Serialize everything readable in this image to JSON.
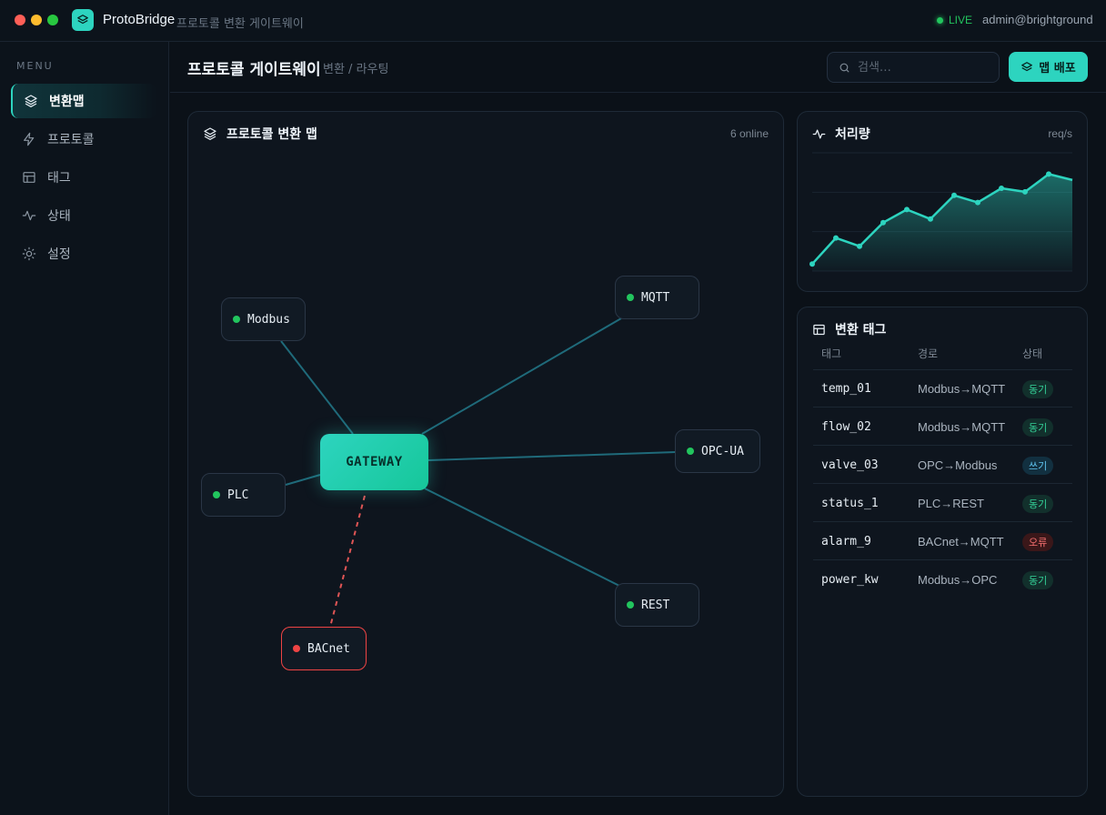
{
  "app": {
    "name": "ProtoBridge",
    "subtitle": "프로토콜 변환 게이트웨이",
    "live_label": "LIVE",
    "user": "admin@brightground",
    "accent_color": "#2dd4bf"
  },
  "sidebar": {
    "menu_title": "MENU",
    "items": [
      {
        "label": "변환맵",
        "icon": "layers-icon",
        "active": true
      },
      {
        "label": "프로토콜",
        "icon": "bolt-icon",
        "active": false
      },
      {
        "label": "태그",
        "icon": "table-icon",
        "active": false
      },
      {
        "label": "상태",
        "icon": "pulse-icon",
        "active": false
      },
      {
        "label": "설정",
        "icon": "sun-gear-icon",
        "active": false
      }
    ]
  },
  "header": {
    "title": "프로토콜 게이트웨이",
    "breadcrumb": "변환 / 라우팅",
    "search_placeholder": "검색…",
    "deploy_label": "맵 배포"
  },
  "map": {
    "title": "프로토콜 변환 맵",
    "meta": "6 online",
    "gateway_label": "GATEWAY",
    "nodes": [
      {
        "label": "Modbus",
        "status": "online"
      },
      {
        "label": "MQTT",
        "status": "online"
      },
      {
        "label": "OPC-UA",
        "status": "online"
      },
      {
        "label": "PLC",
        "status": "online"
      },
      {
        "label": "REST",
        "status": "online"
      },
      {
        "label": "BACnet",
        "status": "error"
      }
    ]
  },
  "throughput": {
    "title": "처리량",
    "unit": "req/s"
  },
  "chart_data": {
    "type": "area",
    "title": "처리량",
    "ylabel": "",
    "xlabel": "",
    "grid": true,
    "color": "#2dd4bf",
    "ylim": [
      0,
      100
    ],
    "values": [
      6,
      28,
      21,
      41,
      52,
      44,
      64,
      58,
      70,
      67,
      82,
      77
    ]
  },
  "tags": {
    "title": "변환 태그",
    "columns": [
      "태그",
      "경로",
      "상태"
    ],
    "rows": [
      {
        "tag": "temp_01",
        "route": "Modbus→MQTT",
        "status": "동기",
        "kind": "sync"
      },
      {
        "tag": "flow_02",
        "route": "Modbus→MQTT",
        "status": "동기",
        "kind": "sync"
      },
      {
        "tag": "valve_03",
        "route": "OPC→Modbus",
        "status": "쓰기",
        "kind": "write"
      },
      {
        "tag": "status_1",
        "route": "PLC→REST",
        "status": "동기",
        "kind": "sync"
      },
      {
        "tag": "alarm_9",
        "route": "BACnet→MQTT",
        "status": "오류",
        "kind": "error"
      },
      {
        "tag": "power_kw",
        "route": "Modbus→OPC",
        "status": "동기",
        "kind": "sync"
      }
    ]
  }
}
